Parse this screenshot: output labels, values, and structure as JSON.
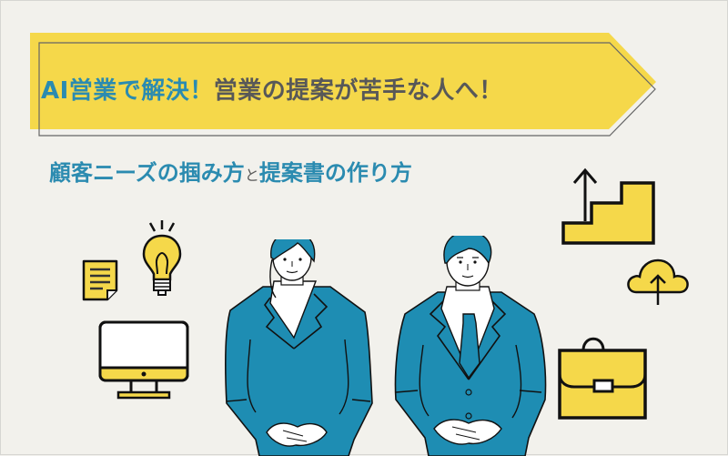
{
  "banner": {
    "title_accent": "AI営業で解決！",
    "title_main": "営業の提案が苦手な人へ！",
    "fill_color": "#f5d84a",
    "outline_color": "#666666"
  },
  "subtitle": {
    "part1": "顧客ニーズの掴み方",
    "connector": "と",
    "part2": "提案書の作り方",
    "color": "#2b8bb0"
  },
  "illustrations": {
    "icons": [
      "document-icon",
      "lightbulb-icon",
      "monitor-icon",
      "stairs-up-icon",
      "cloud-upload-icon",
      "briefcase-icon"
    ],
    "people": [
      "businesswoman",
      "businessman"
    ],
    "suit_color": "#1e8db3"
  }
}
